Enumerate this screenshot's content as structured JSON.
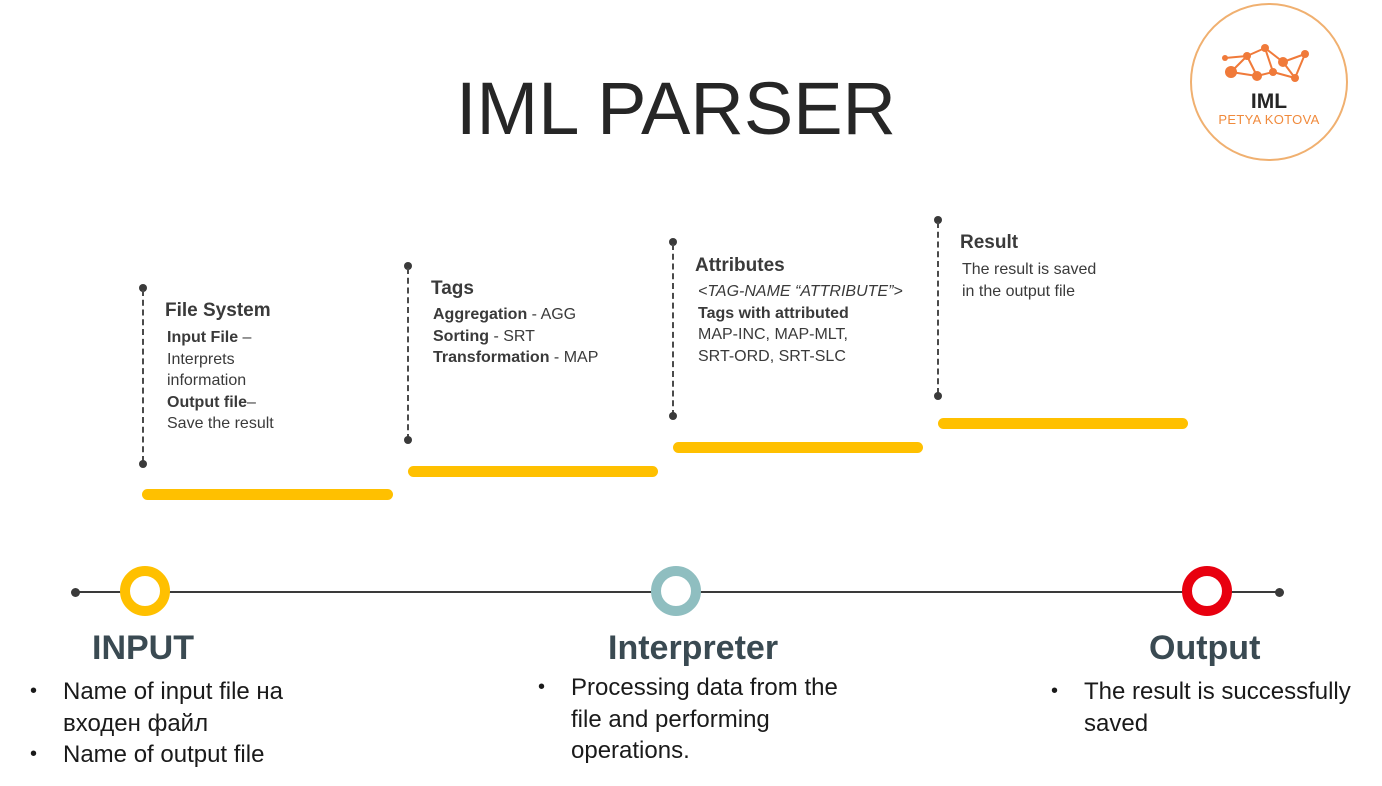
{
  "title": "IML PARSER",
  "logo": {
    "line1": "IML",
    "line2": "PETYA KOTOVA",
    "ring_color": "#f0b070",
    "network_color": "#f07a3a"
  },
  "colors": {
    "step_bar": "#ffc000",
    "input_node": "#ffc000",
    "interpreter_node": "#8fbec0",
    "output_node": "#e8000f",
    "timeline": "#3a3a3a"
  },
  "steps": {
    "file_system": {
      "title": "File System",
      "input_file_label": "Input File",
      "input_file_sep": " –",
      "input_file_desc_1": "Interprets",
      "input_file_desc_2": "information",
      "output_file_label": "Output file",
      "output_file_sep": "–",
      "output_file_desc": "Save the result"
    },
    "tags": {
      "title": "Tags",
      "items": [
        {
          "label": "Aggregation",
          "sep": " - ",
          "code": "AGG"
        },
        {
          "label": "Sorting",
          "sep": " - ",
          "code": "SRT"
        },
        {
          "label": "Transformation",
          "sep": " - ",
          "code": "MAP"
        }
      ]
    },
    "attributes": {
      "title": "Attributes",
      "syntax": "<TAG-NAME “ATTRIBUTE”>",
      "subheading": "Tags with attributed",
      "line1": "MAP-INC, MAP-MLT,",
      "line2": "SRT-ORD, SRT-SLC"
    },
    "result": {
      "title": "Result",
      "line1": "The result is saved",
      "line2": "in the output file"
    }
  },
  "timeline": {
    "input": {
      "label": "INPUT",
      "bullets": [
        "Name of input file на входен файл",
        "Name of output file"
      ]
    },
    "interpreter": {
      "label": "Interpreter",
      "bullets": [
        "Processing data from the file and performing operations."
      ]
    },
    "output": {
      "label": "Output",
      "bullets": [
        "The result is successfully saved"
      ]
    }
  }
}
